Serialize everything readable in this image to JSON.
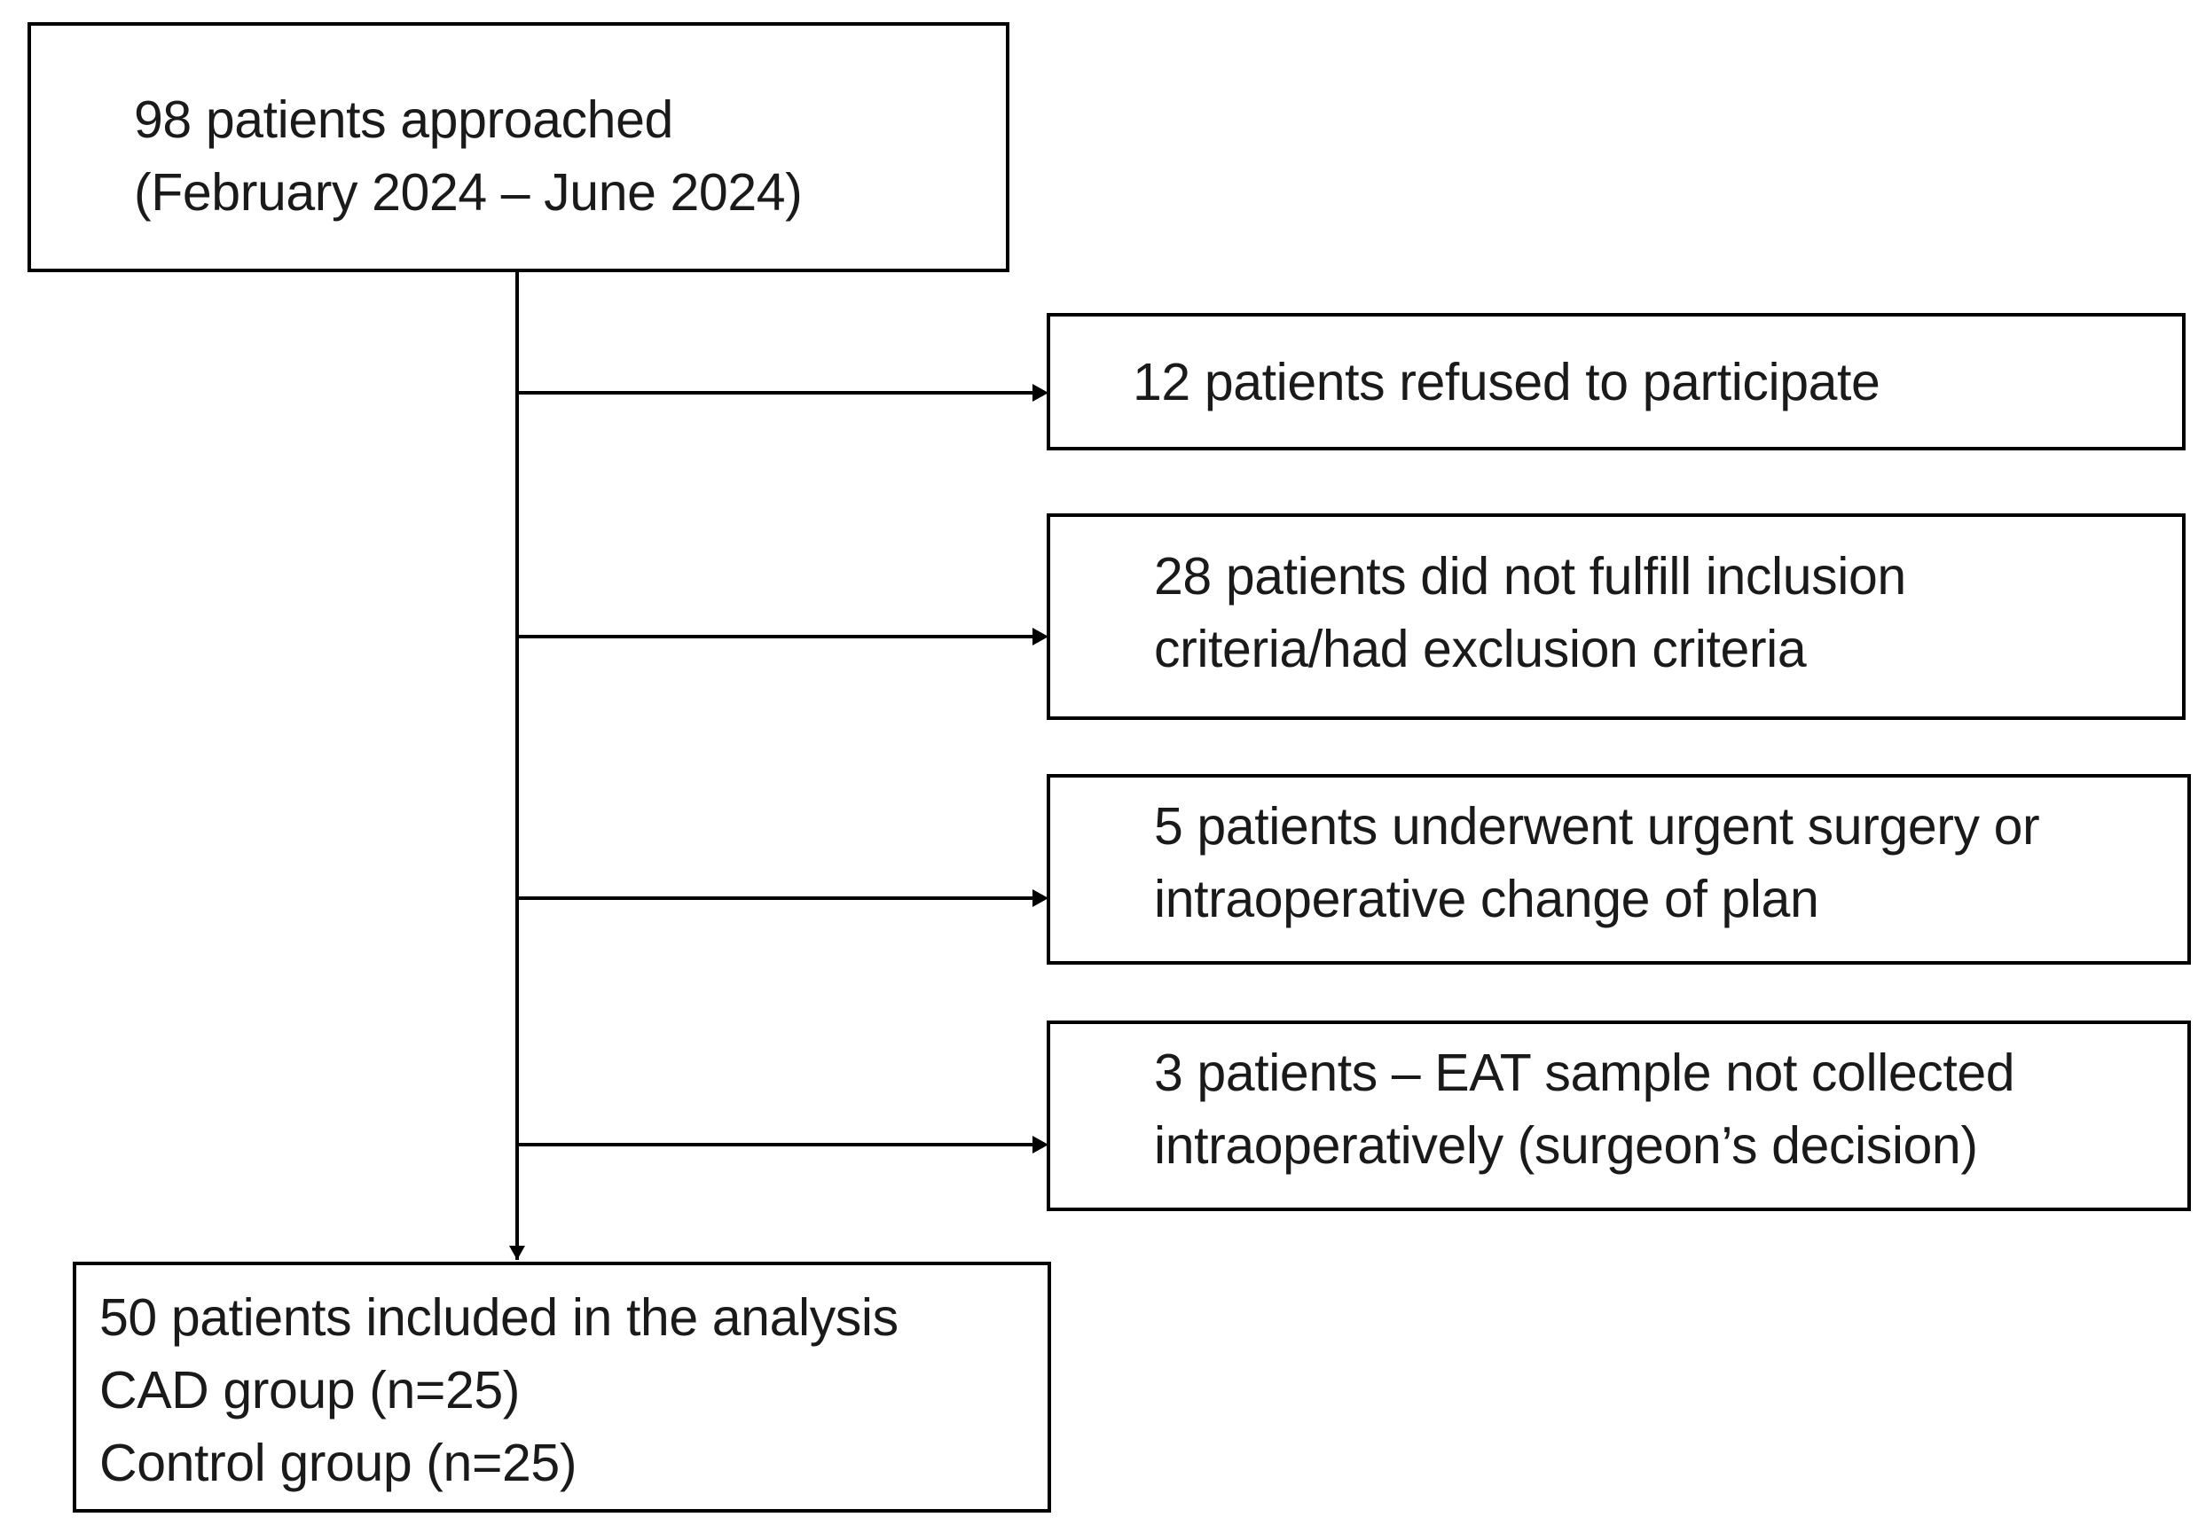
{
  "flowchart": {
    "approached": {
      "lines": [
        "98 patients approached",
        "(February 2024 – June 2024)"
      ]
    },
    "exclusions": [
      {
        "lines": [
          "12 patients refused to participate"
        ]
      },
      {
        "lines": [
          "28 patients did not fulfill inclusion",
          "criteria/had exclusion criteria"
        ]
      },
      {
        "lines": [
          "5 patients underwent urgent surgery or",
          "intraoperative change of plan"
        ]
      },
      {
        "lines": [
          "3 patients – EAT sample not collected",
          "intraoperatively (surgeon’s decision)"
        ]
      }
    ],
    "included": {
      "lines": [
        "50 patients included in the analysis",
        "CAD group (n=25)",
        "Control group (n=25)"
      ]
    }
  },
  "colors": {
    "stroke": "#000000",
    "text": "#1a1a1a",
    "background": "#ffffff"
  }
}
